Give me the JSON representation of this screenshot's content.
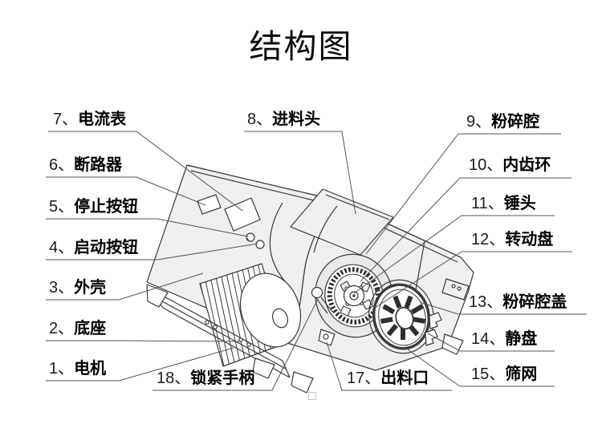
{
  "title": "结构图",
  "parts": {
    "motor": {
      "num": "1、",
      "name": "电机"
    },
    "base": {
      "num": "2、",
      "name": "底座"
    },
    "shell": {
      "num": "3、",
      "name": "外壳"
    },
    "start_button": {
      "num": "4、",
      "name": "启动按钮"
    },
    "stop_button": {
      "num": "5、",
      "name": "停止按钮"
    },
    "breaker": {
      "num": "6、",
      "name": "断路器"
    },
    "ammeter": {
      "num": "7、",
      "name": "电流表"
    },
    "feed_head": {
      "num": "8、",
      "name": "进料头"
    },
    "crush_chamber": {
      "num": "9、",
      "name": "粉碎腔"
    },
    "gear_ring": {
      "num": "10、",
      "name": "内齿环"
    },
    "hammer": {
      "num": "11、",
      "name": "锤头"
    },
    "rotor_disc": {
      "num": "12、",
      "name": "转动盘"
    },
    "chamber_cover": {
      "num": "13、",
      "name": "粉碎腔盖"
    },
    "static_disc": {
      "num": "14、",
      "name": "静盘"
    },
    "sieve": {
      "num": "15、",
      "name": "筛网"
    },
    "discharge": {
      "num": "17、",
      "name": "出料口"
    },
    "lock_handle": {
      "num": "18、",
      "name": "锁紧手柄"
    }
  },
  "colors": {
    "line": "#3a3a3a",
    "leader": "#555555",
    "panel_fill": "#efefef",
    "background": "#ffffff"
  }
}
